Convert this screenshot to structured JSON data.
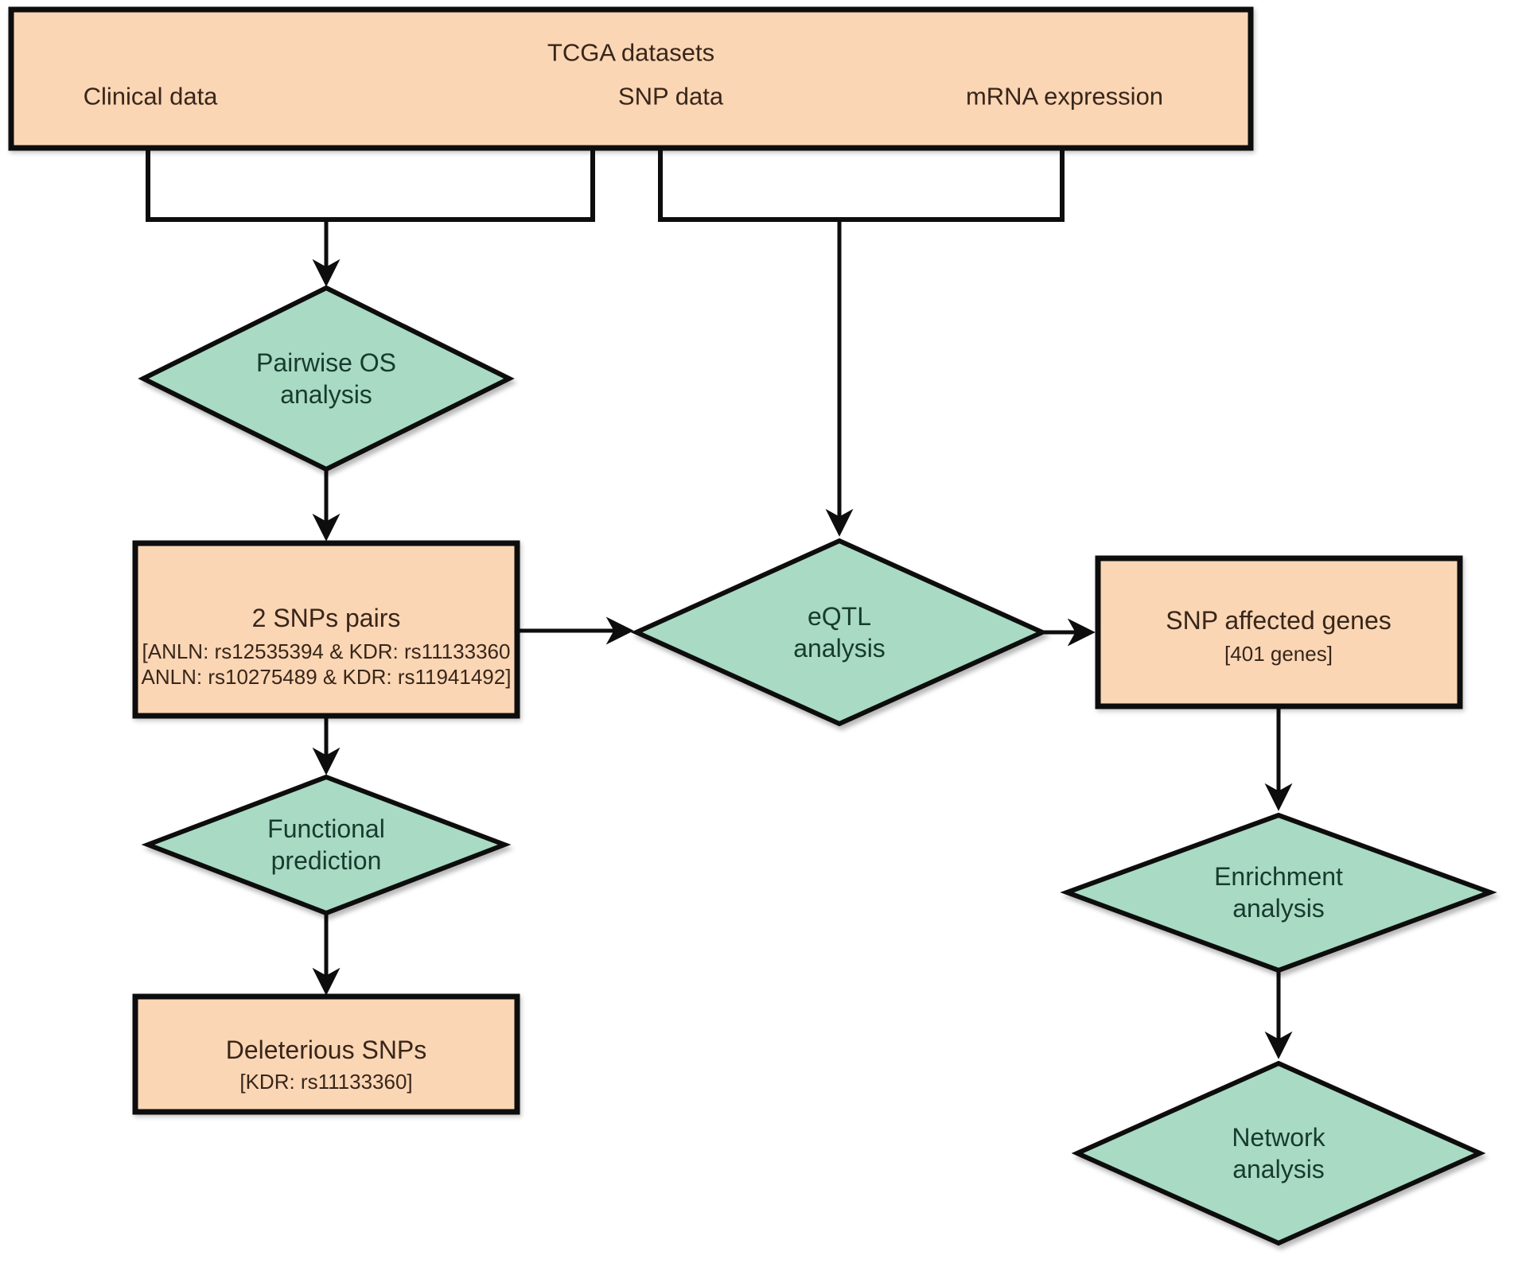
{
  "colors": {
    "box_fill": "#FBD6B5",
    "diamond_fill": "#A9DAC3",
    "line": "#0d0d0d"
  },
  "tcga": {
    "title": "TCGA datasets",
    "clinical": "Clinical data",
    "snp": "SNP data",
    "mrna": "mRNA expression"
  },
  "nodes": {
    "pairwise": {
      "line1": "Pairwise OS",
      "line2": "analysis"
    },
    "snp_pairs": {
      "title": "2 SNPs pairs",
      "detail1": "[ANLN: rs12535394 & KDR: rs11133360",
      "detail2": "ANLN: rs10275489 & KDR: rs11941492]"
    },
    "functional": {
      "line1": "Functional",
      "line2": "prediction"
    },
    "deleterious": {
      "title": "Deleterious SNPs",
      "detail": "[KDR: rs11133360]"
    },
    "eqtl": {
      "line1": "eQTL",
      "line2": "analysis"
    },
    "snp_genes": {
      "title": "SNP affected genes",
      "detail": "[401 genes]"
    },
    "enrichment": {
      "line1": "Enrichment",
      "line2": "analysis"
    },
    "network": {
      "line1": "Network",
      "line2": "analysis"
    }
  }
}
